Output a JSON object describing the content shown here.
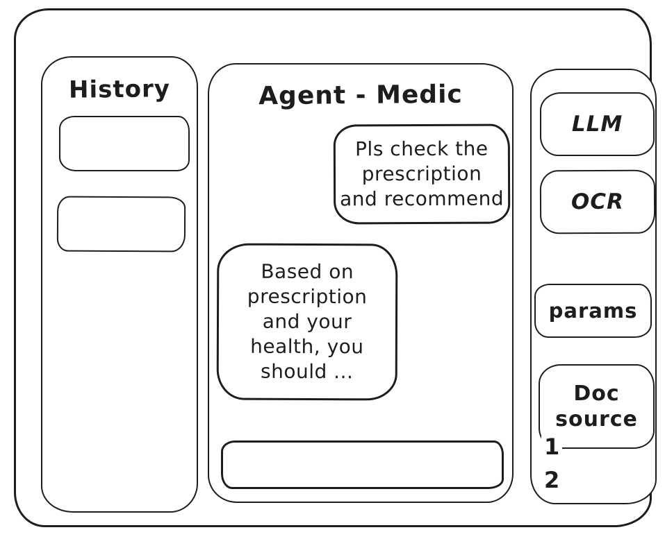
{
  "app": {
    "ink_color": "#1d1d1d",
    "background_color": "#ffffff"
  },
  "history_panel": {
    "title": "History",
    "items": [
      {
        "label": ""
      },
      {
        "label": ""
      }
    ]
  },
  "chat_panel": {
    "title": "Agent - Medic",
    "messages": [
      {
        "role": "user",
        "align": "right",
        "text": "Pls check the\nprescription\nand recommend"
      },
      {
        "role": "assistant",
        "align": "left",
        "text": "Based on\nprescription\nand your\nhealth, you\nshould ..."
      }
    ],
    "input": {
      "value": "",
      "placeholder": ""
    }
  },
  "tools_panel": {
    "buttons": [
      {
        "id": "llm",
        "label": "LLM"
      },
      {
        "id": "ocr",
        "label": "OCR"
      },
      {
        "id": "params",
        "label": "params"
      },
      {
        "id": "doc_source",
        "label": "Doc\nsource"
      }
    ],
    "doc_source_items": [
      {
        "label": "1"
      },
      {
        "label": "2"
      }
    ]
  }
}
